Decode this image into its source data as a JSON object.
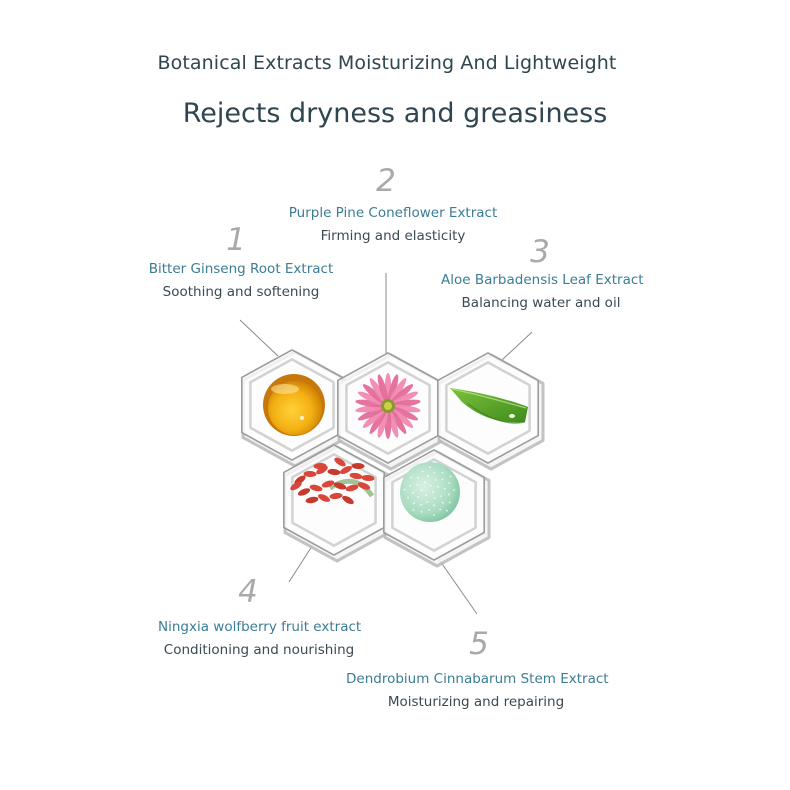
{
  "header": {
    "subtitle": "Botanical Extracts Moisturizing And Lightweight",
    "title": "Rejects dryness and greasiness"
  },
  "ingredients": [
    {
      "number": "1",
      "name": "Bitter Ginseng Root Extract",
      "benefit": "Soothing and softening",
      "image": "honey-oil-drop"
    },
    {
      "number": "2",
      "name": "Purple Pine Coneflower Extract",
      "benefit": "Firming and elasticity",
      "image": "pink-coneflower"
    },
    {
      "number": "3",
      "name": "Aloe Barbadensis Leaf Extract",
      "benefit": "Balancing water and oil",
      "image": "aloe-leaf"
    },
    {
      "number": "4",
      "name": "Ningxia wolfberry fruit extract",
      "benefit": "Conditioning and nourishing",
      "image": "goji-berries"
    },
    {
      "number": "5",
      "name": "Dendrobium Cinnabarum Stem Extract",
      "benefit": "Moisturizing and repairing",
      "image": "green-gel-drop"
    }
  ],
  "colors": {
    "heading": "#2f4550",
    "ingredient_name": "#3c7c96",
    "ingredient_benefit": "#3a4a52",
    "number": "#a9a9a9"
  }
}
